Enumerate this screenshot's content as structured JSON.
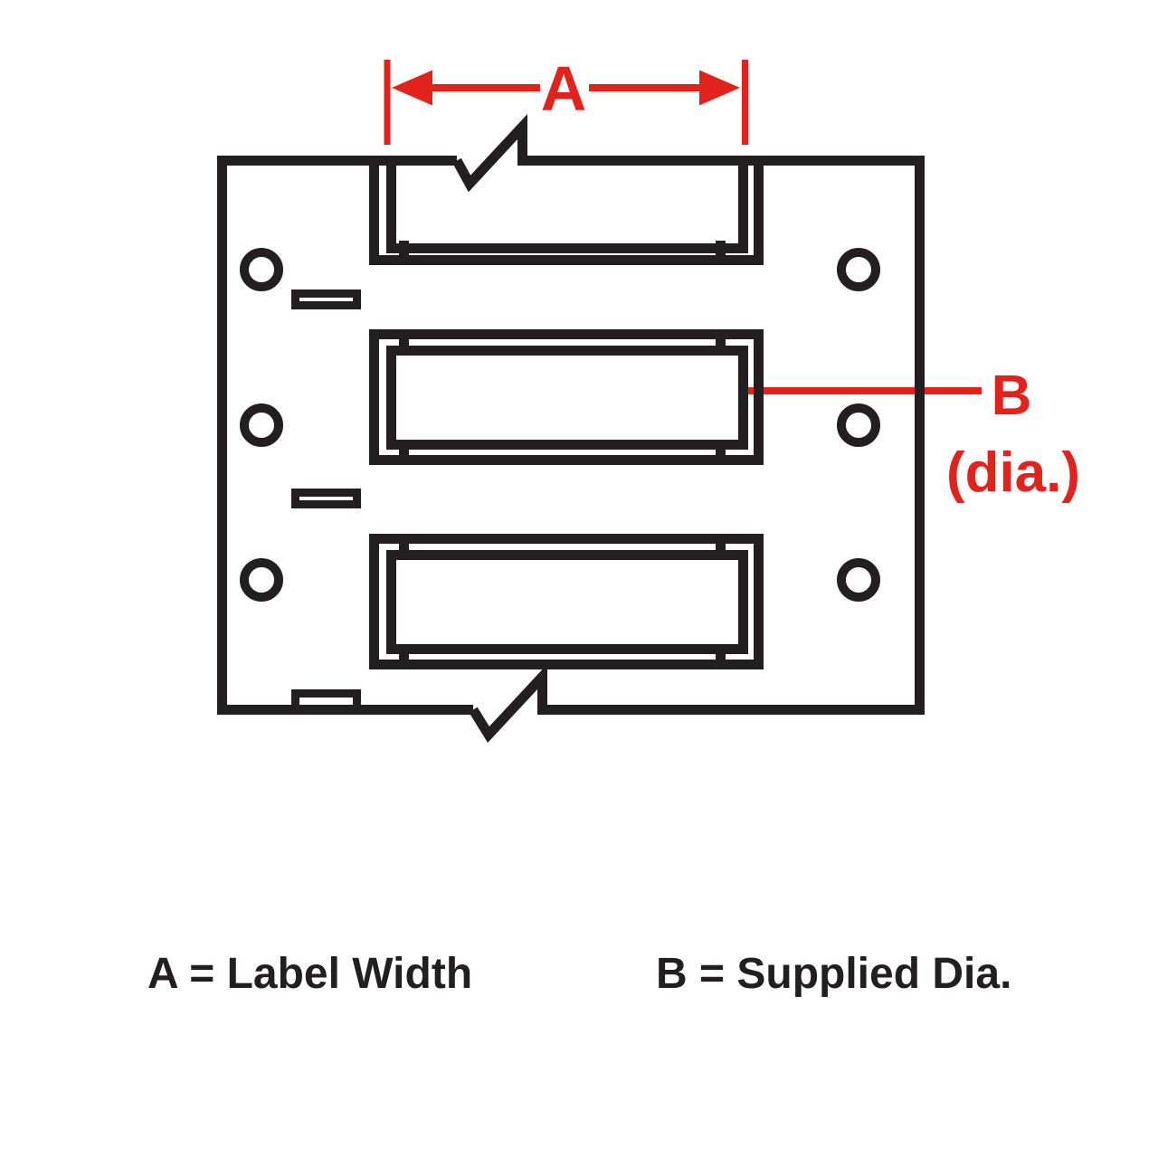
{
  "annotations": {
    "dim_a": {
      "label": "A"
    },
    "dim_b": {
      "label": "B",
      "sublabel": "(dia.)"
    }
  },
  "legend": {
    "a": "A = Label Width",
    "b": "B = Supplied Dia."
  },
  "colors": {
    "annotation_red": "#E2231C",
    "line_black": "#231F20",
    "background": "#FFFFFF"
  }
}
